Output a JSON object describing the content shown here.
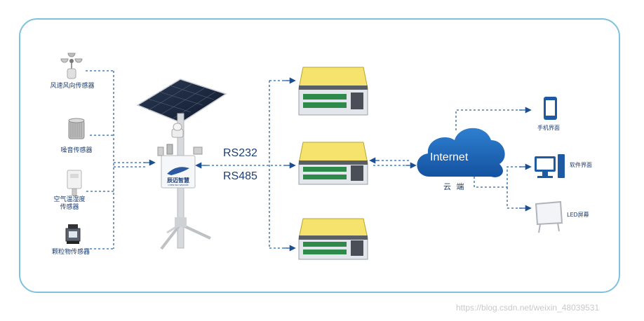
{
  "sensors": [
    {
      "label": "风速风向传感器",
      "icon": "anemometer-icon"
    },
    {
      "label": "噪音传感器",
      "icon": "noise-sensor-icon"
    },
    {
      "label": "空气温湿度\n传感器",
      "icon": "humidity-sensor-icon"
    },
    {
      "label": "颗粒物传感器",
      "icon": "particulate-sensor-icon"
    }
  ],
  "station": {
    "brand_text": "辰迈智慧",
    "brand_sub": "CHEN MAI WISDOM"
  },
  "protocols": [
    "RS232",
    "RS485"
  ],
  "cloud": {
    "title": "Internet",
    "subtitle": "云 端"
  },
  "outputs": [
    {
      "label": "手机界面",
      "icon": "phone-icon"
    },
    {
      "label": "软件界面",
      "icon": "computer-icon"
    },
    {
      "label": "LED屏幕",
      "icon": "led-screen-icon"
    }
  ],
  "watermark": "https://blog.csdn.net/weixin_48039531",
  "colors": {
    "line": "#2a65a8",
    "frame": "#7ec3d9",
    "cloud": "#1b5fa8",
    "text": "#1e3c6e"
  }
}
